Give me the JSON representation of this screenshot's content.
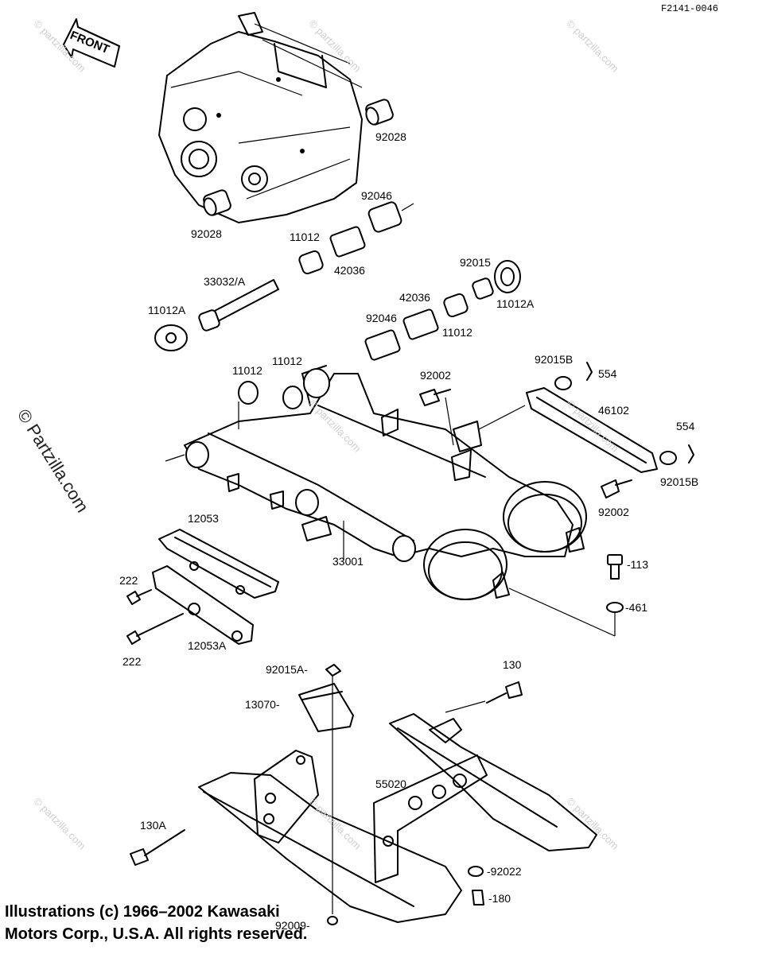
{
  "code": "F2141-0046",
  "front_label": "FRONT",
  "watermark": "© Partzilla.com",
  "watermark_small": "© partzilla.com",
  "copyright": {
    "line1": "Illustrations (c) 1966–2002 Kawasaki",
    "line2": "Motors Corp., U.S.A.  All rights reserved."
  },
  "parts": [
    "92028",
    "92028",
    "92046",
    "11012",
    "42036",
    "33032/A",
    "11012A",
    "92015",
    "11012A",
    "42036",
    "92046",
    "11012",
    "11012",
    "11012",
    "92015B",
    "554",
    "92002",
    "46102",
    "554",
    "92015B",
    "92002",
    "12053",
    "222",
    "33001",
    "-113",
    "-461",
    "222",
    "12053A",
    "92015A-",
    "130",
    "13070-",
    "55020",
    "130A",
    "-92022",
    "-180",
    "92009-"
  ]
}
